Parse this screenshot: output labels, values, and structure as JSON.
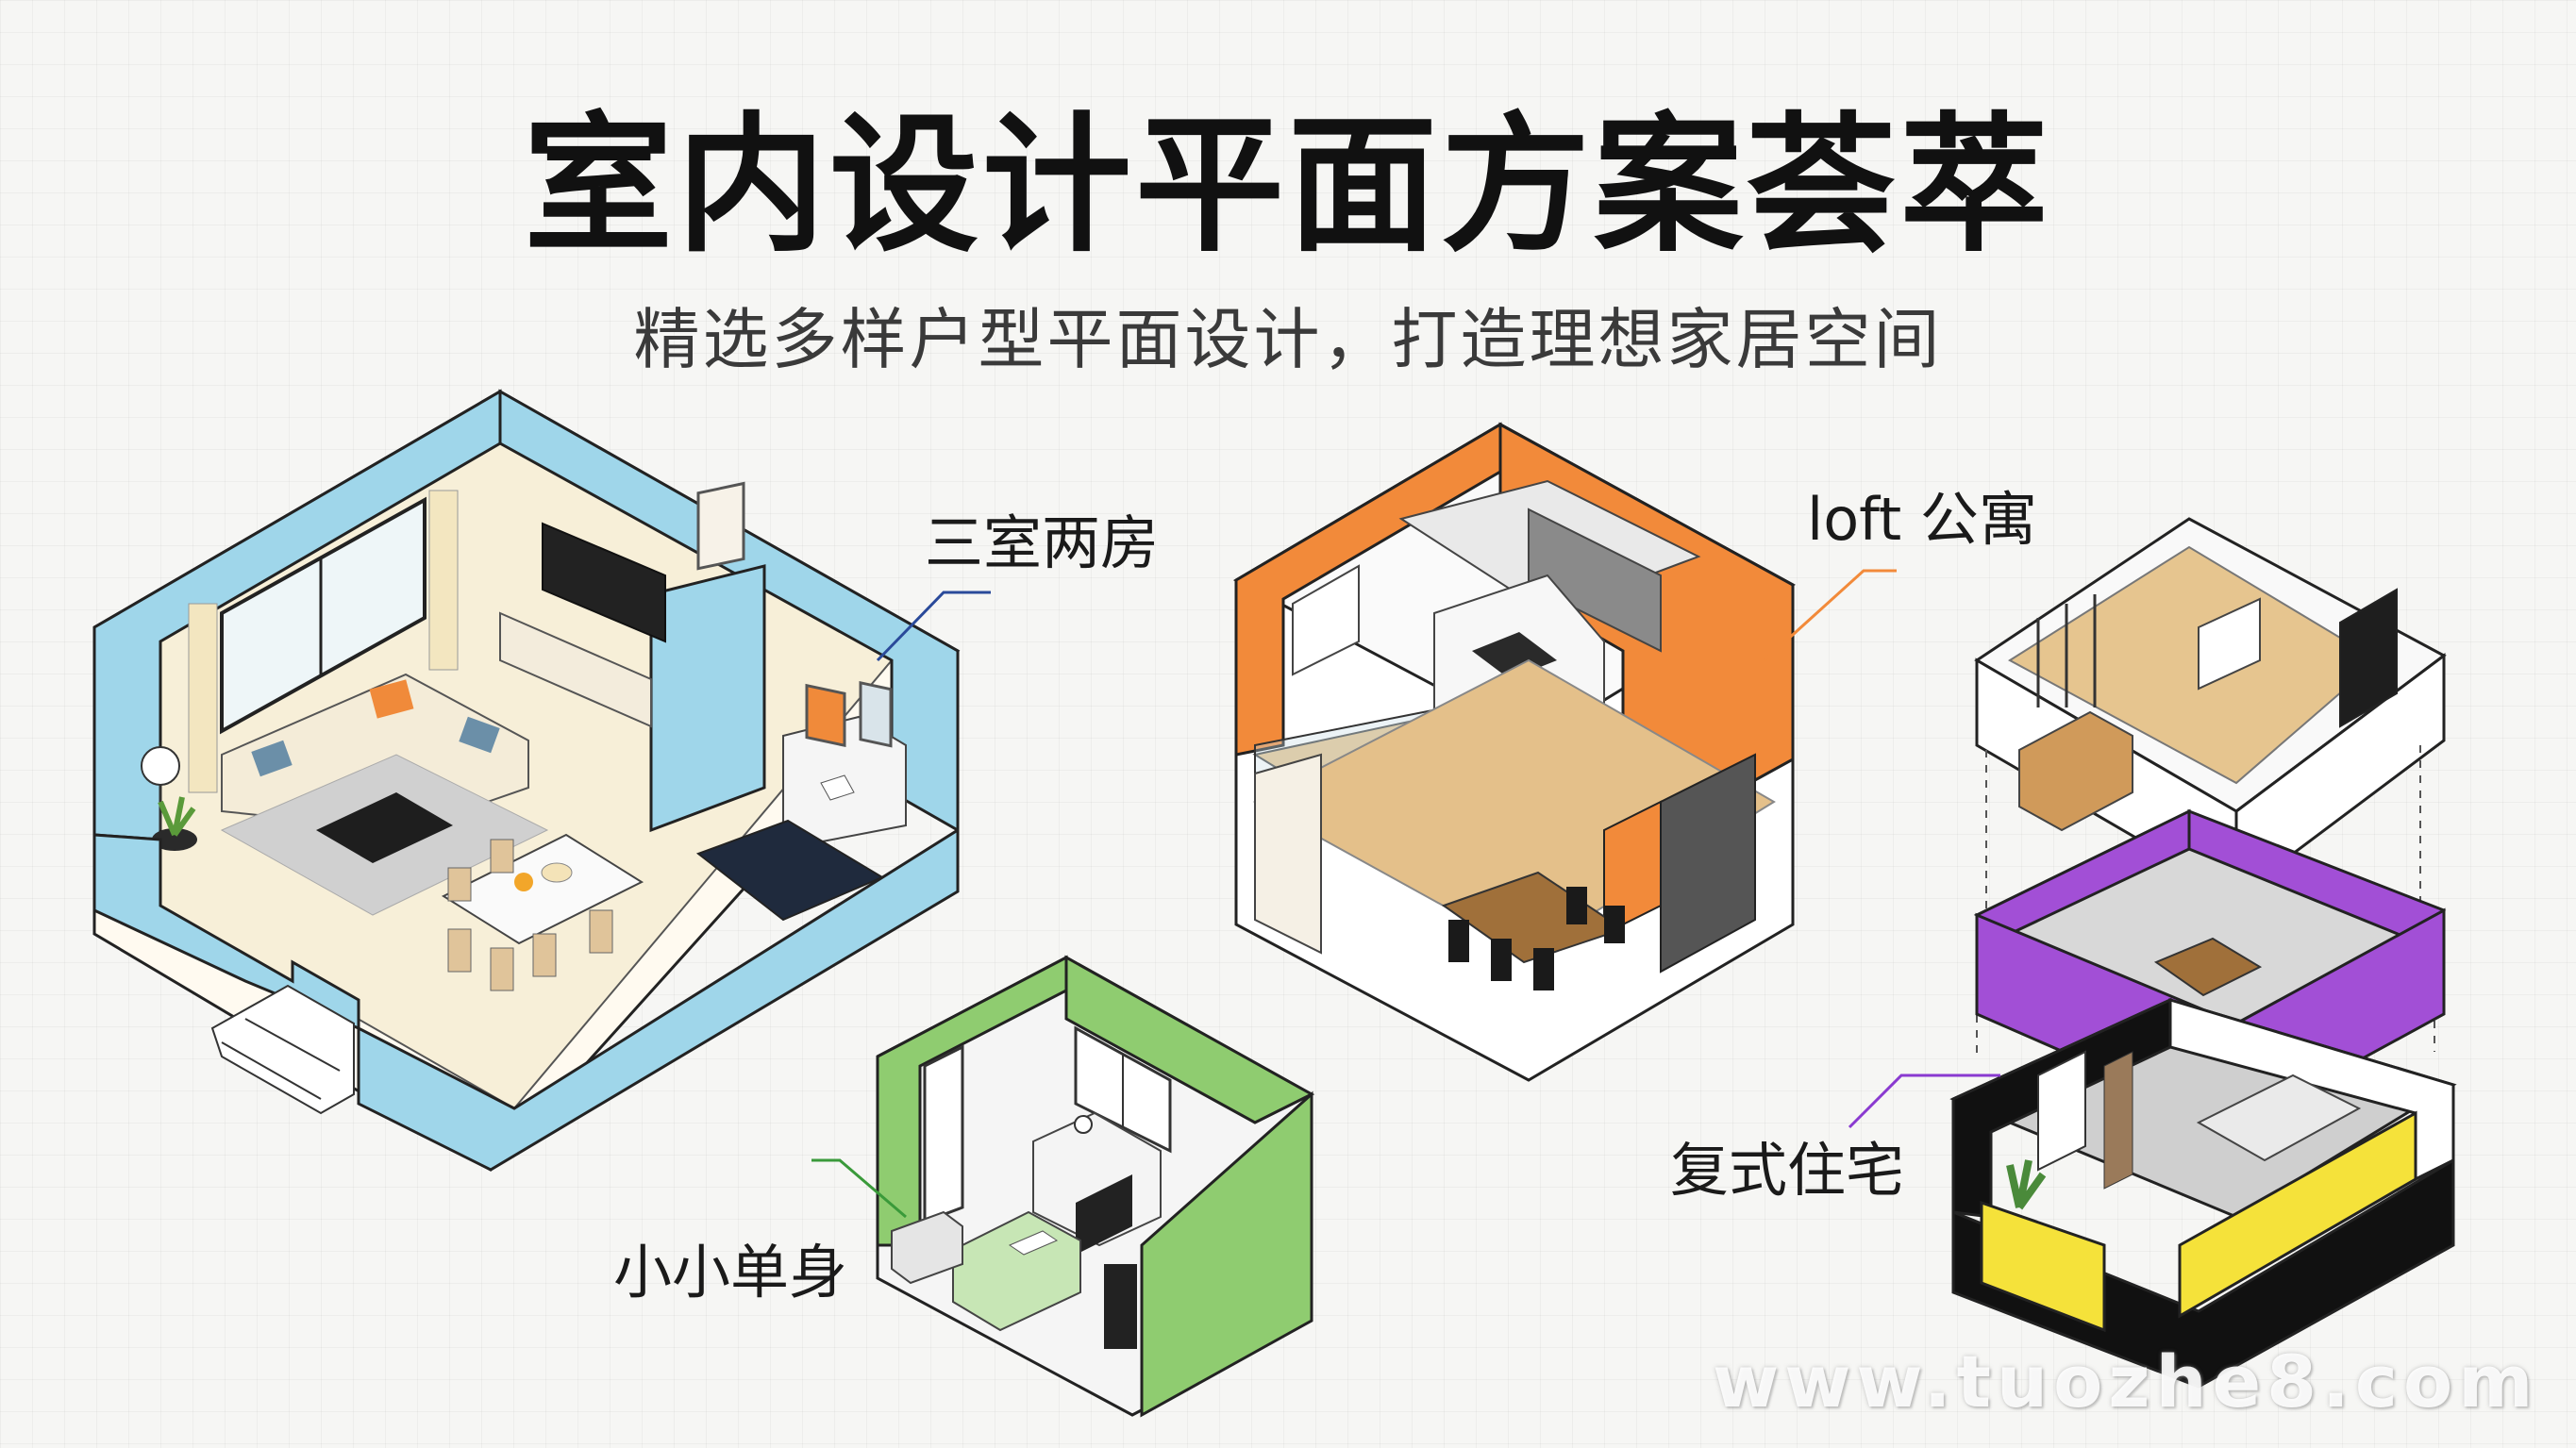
{
  "title": "室内设计平面方案荟萃",
  "subtitle": "精选多样户型平面设计，打造理想家居空间",
  "labels": {
    "three_room": "三室两房",
    "loft": "loft 公寓",
    "single": "小小单身",
    "duplex": "复式住宅"
  },
  "watermark": "www.tuozhe8.com",
  "colors": {
    "blue_wall": "#9fd6ea",
    "orange_wall": "#f28a3a",
    "green_wall": "#8fcc70",
    "purple_wall": "#a24fd6",
    "yellow_wall": "#f5e23a",
    "floor_light": "#f7efd8",
    "wood_floor": "#e8c894"
  }
}
